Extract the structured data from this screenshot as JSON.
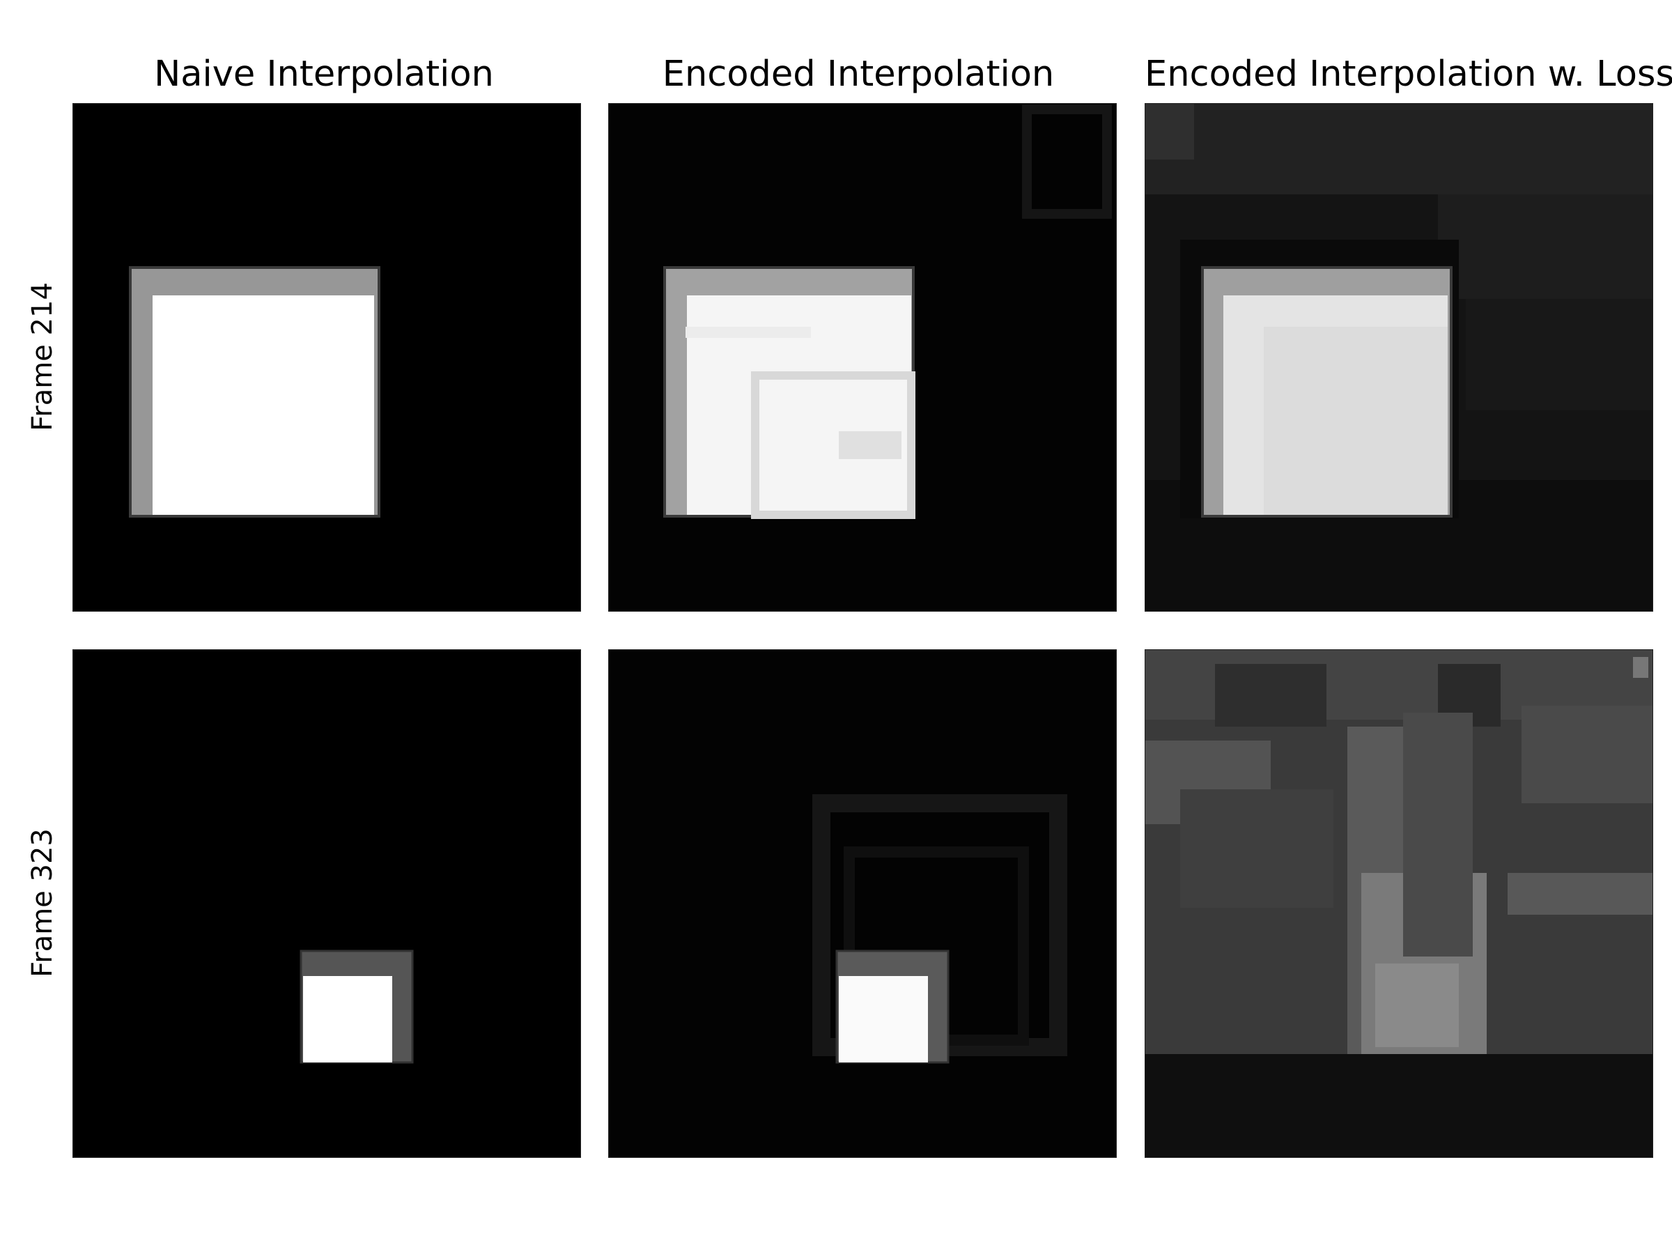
{
  "columns": [
    "Naive Interpolation",
    "Encoded Interpolation",
    "Encoded Interpolation w. Loss"
  ],
  "rows": [
    "Frame 214",
    "Frame 323"
  ],
  "panels": [
    {
      "row": 0,
      "col": 0,
      "description": "sharp white square with grey left/top trail on black"
    },
    {
      "row": 0,
      "col": 1,
      "description": "white square with faint inner ghost squares on black"
    },
    {
      "row": 0,
      "col": 2,
      "description": "light grey square on dark grey textured background"
    },
    {
      "row": 1,
      "col": 0,
      "description": "small white square with dark grey right/top trail on black"
    },
    {
      "row": 1,
      "col": 1,
      "description": "small white square with faint ghost square outlines"
    },
    {
      "row": 1,
      "col": 2,
      "description": "noisy grey blocks, no clear square"
    }
  ]
}
